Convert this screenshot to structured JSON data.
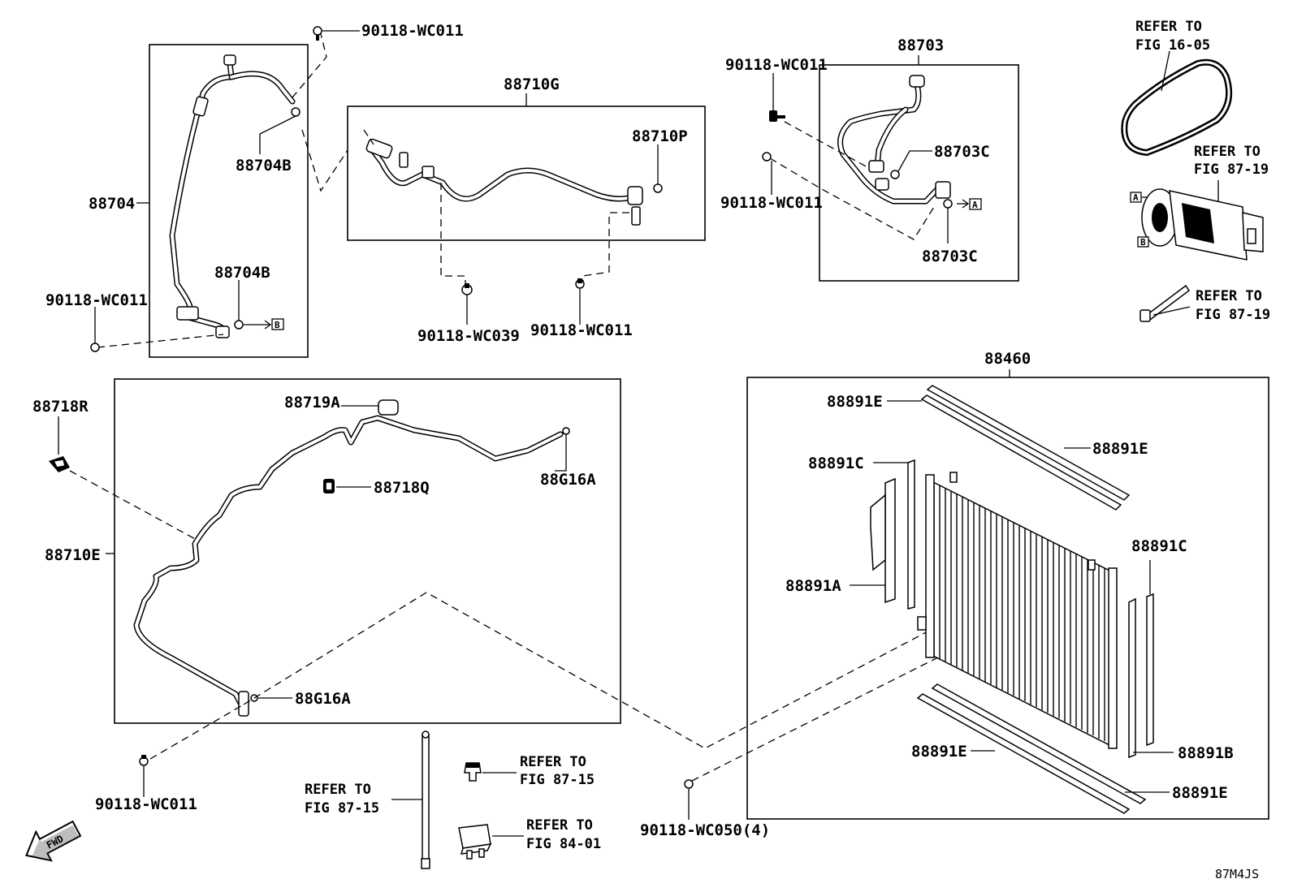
{
  "labels": {
    "bolt_top_left": "90118-WC011",
    "hose_88704": "88704",
    "oring_88704b_top": "88704B",
    "oring_88704b_bottom": "88704B",
    "bolt_left_mid": "90118-WC011",
    "pipe_88710g": "88710G",
    "oring_88710p": "88710P",
    "bolt_wc039": "90118-WC039",
    "bolt_wc011_mid": "90118-WC011",
    "hose_88703": "88703",
    "bolt_88703_top": "90118-WC011",
    "bolt_88703_mid": "90118-WC011",
    "oring_88703c_top": "88703C",
    "oring_88703c_bottom": "88703C",
    "belt_refer": "REFER TO",
    "belt_fig": "FIG 16-05",
    "comp_refer": "REFER TO",
    "comp_fig": "FIG 87-19",
    "bolt_refer": "REFER TO",
    "bolt_fig": "FIG 87-19",
    "clamp_88718r": "88718R",
    "pipe_88710e": "88710E",
    "cap_88719a": "88719A",
    "clip_88718q": "88718Q",
    "oring_88g16a_top": "88G16A",
    "oring_88g16a_bottom": "88G16A",
    "bolt_bottom_left": "90118-WC011",
    "condenser_88460": "88460",
    "seal_88891e_1": "88891E",
    "seal_88891e_2": "88891E",
    "seal_88891c_left": "88891C",
    "seal_88891c_right": "88891C",
    "seal_88891a": "88891A",
    "seal_88891e_3": "88891E",
    "seal_88891b": "88891B",
    "seal_88891e_4": "88891E",
    "bolt_wc050": "90118-WC050(4)",
    "rod_refer": "REFER TO",
    "rod_fig": "FIG 87-15",
    "grommet_refer": "REFER TO",
    "grommet_fig": "FIG 87-15",
    "relay_refer": "REFER TO",
    "relay_fig": "FIG 84-01",
    "fwd": "FWD",
    "drawing_code": "87M4JS"
  },
  "tags": {
    "a": "A",
    "b": "B"
  }
}
